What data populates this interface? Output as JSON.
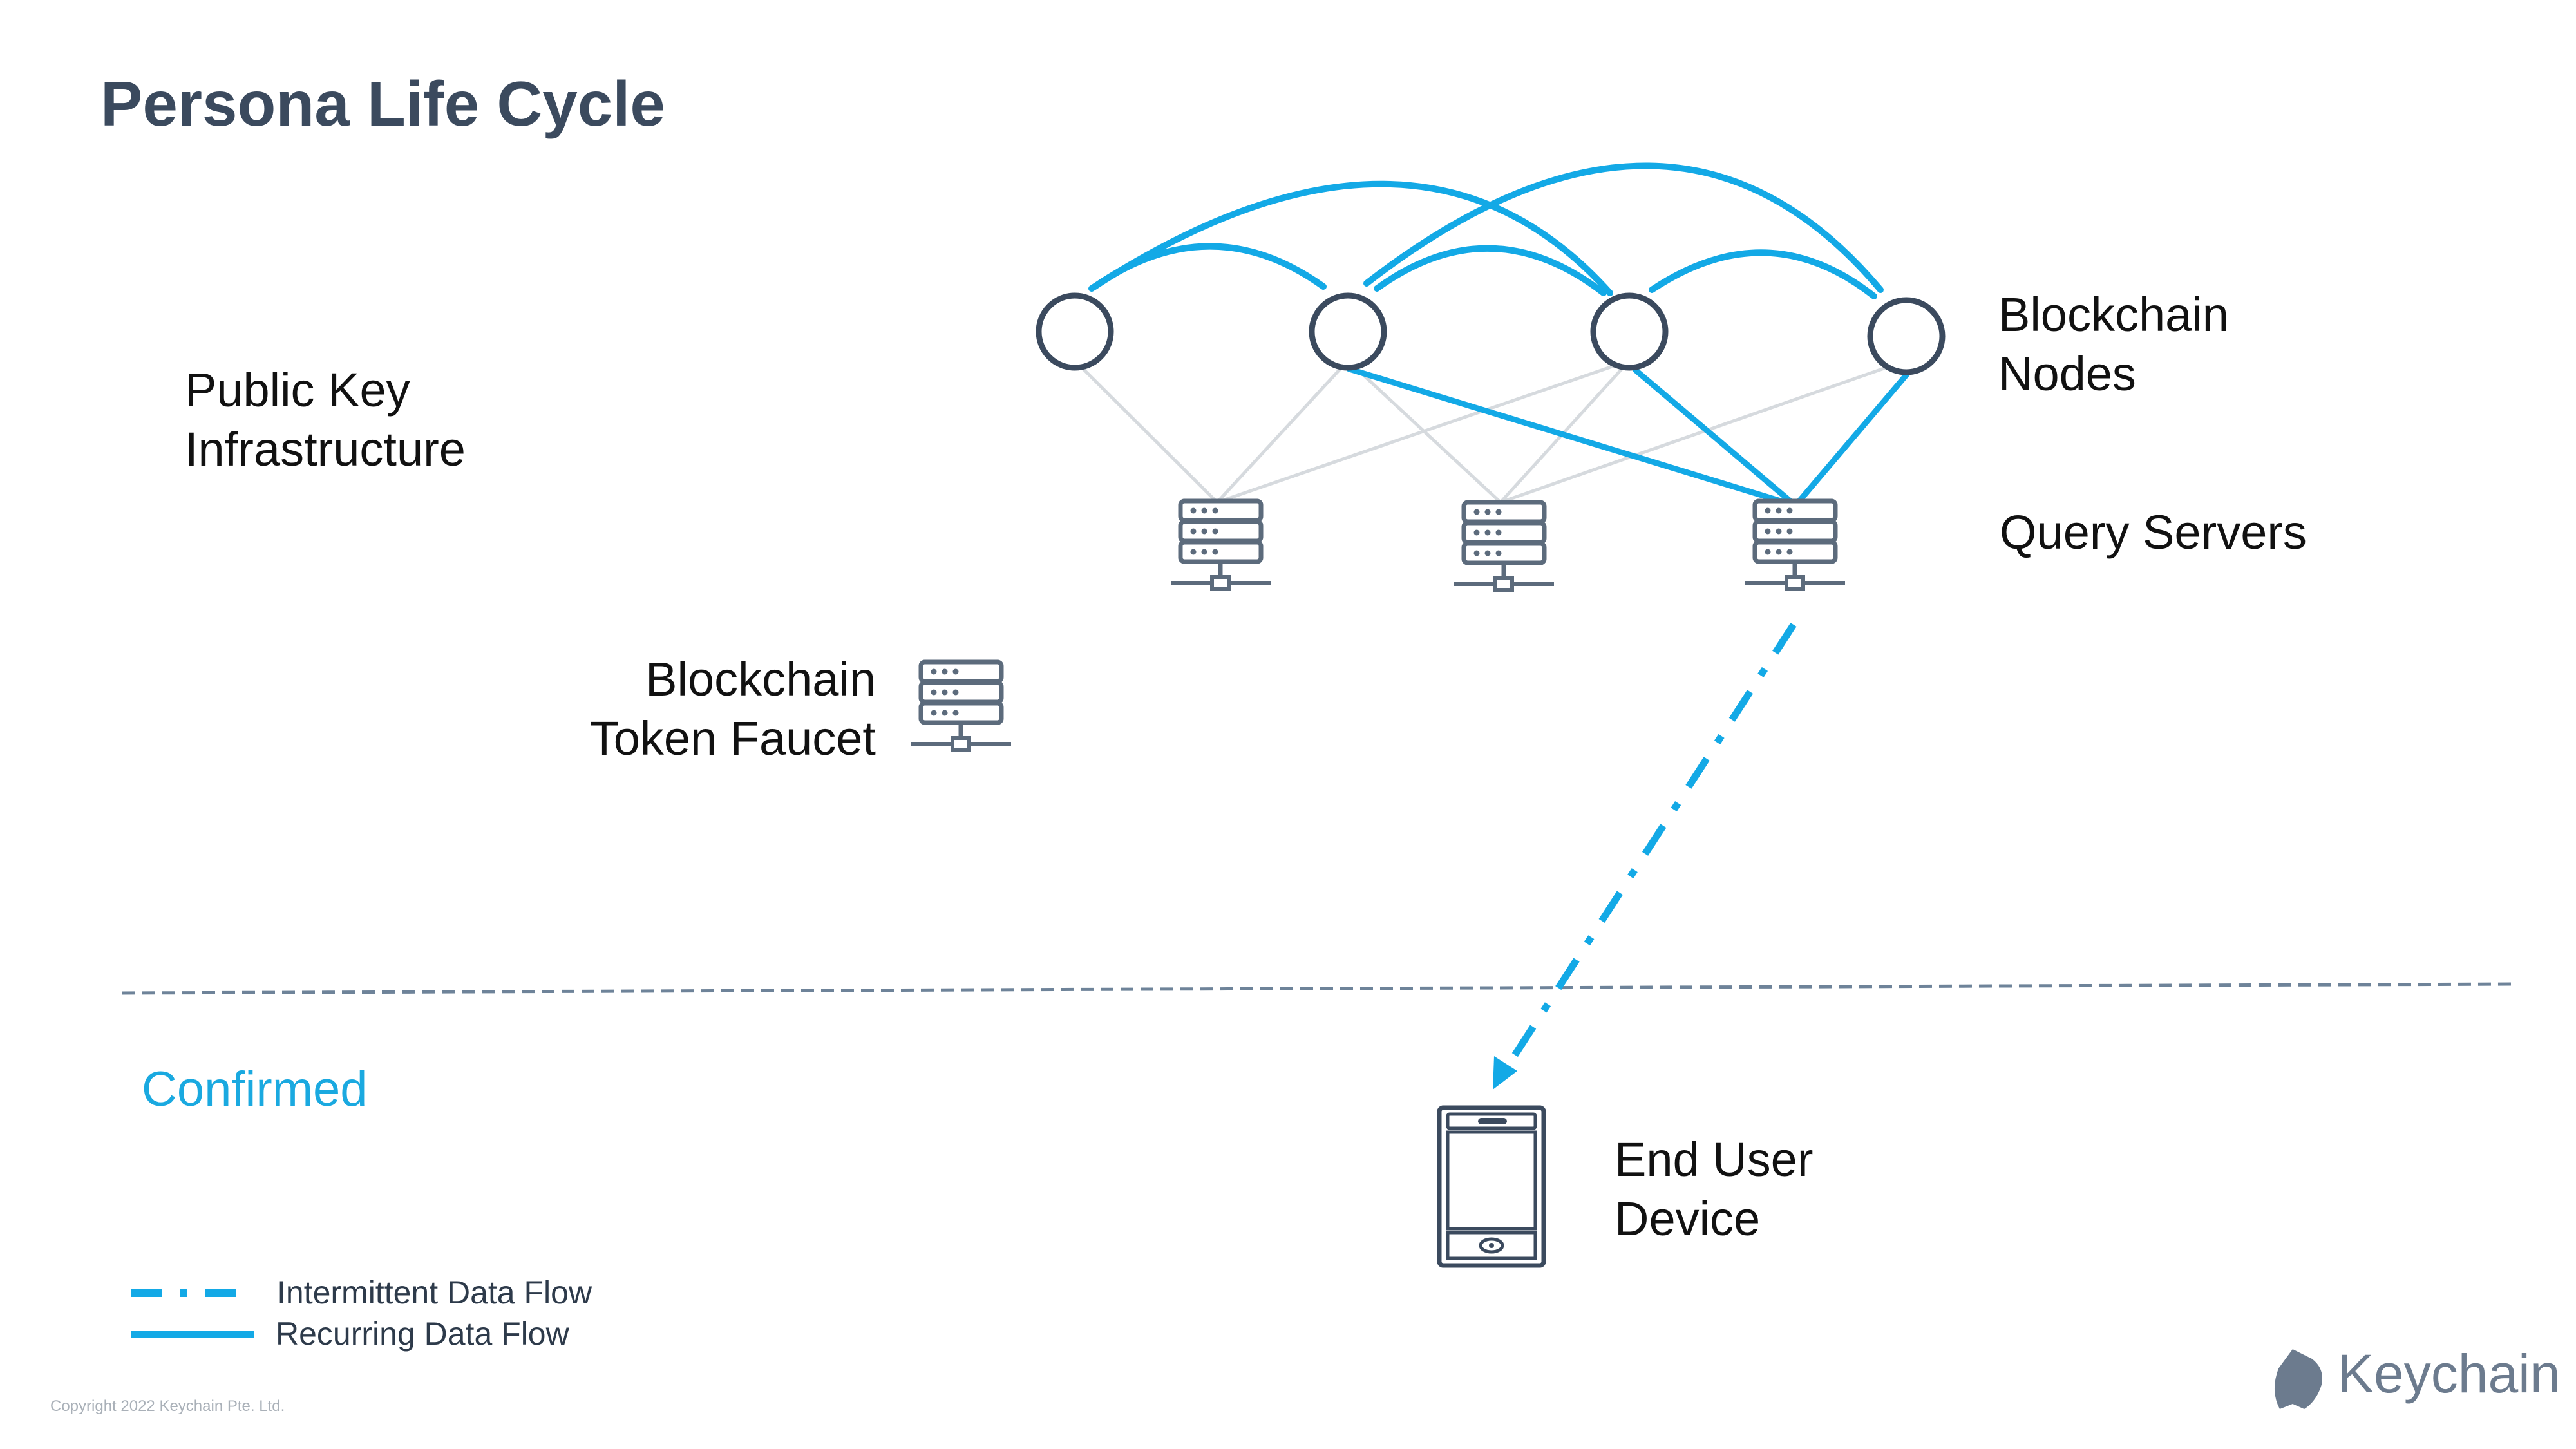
{
  "title": "Persona Life Cycle",
  "labels": {
    "pki": [
      "Public Key",
      "Infrastructure"
    ],
    "blockchain_nodes": [
      "Blockchain",
      "Nodes"
    ],
    "query_servers": "Query Servers",
    "token_faucet": [
      "Blockchain",
      "Token Faucet"
    ],
    "end_user_device": [
      "End User",
      "Device"
    ],
    "confirmed": "Confirmed"
  },
  "legend": {
    "intermittent": "Intermittent Data Flow",
    "recurring": "Recurring Data Flow"
  },
  "footer": {
    "copyright": "Copyright 2022 Keychain Pte. Ltd.",
    "brand": "Keychain"
  },
  "colors": {
    "accent": "#13a9e6",
    "node_stroke": "#3b4a5e",
    "icon_stroke": "#5c6b7c",
    "faint_line": "#d6dade",
    "divider": "#6e8399",
    "confirmed": "#1aa9e0"
  },
  "icons": {
    "node": "circle-node-icon",
    "server": "server-icon",
    "device": "phone-icon",
    "logo": "keychain-logo-icon"
  }
}
